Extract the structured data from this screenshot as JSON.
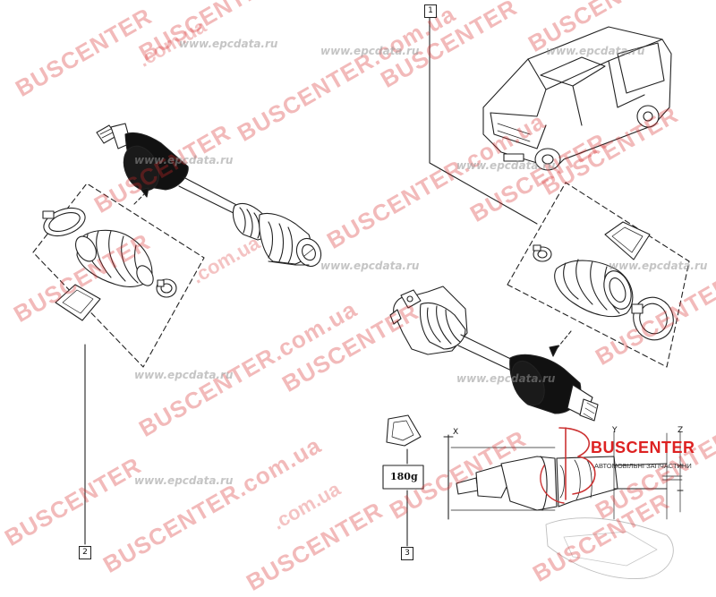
{
  "callouts": {
    "c1": "1",
    "c2": "2",
    "c3": "3"
  },
  "grease_qty": "180g",
  "dims": {
    "x": "X",
    "y": "Y",
    "z": "Z"
  },
  "logo": {
    "title": "BUSCENTER",
    "subtitle": "АВТОМОБІЛЬНІ ЗАПЧАСТИНИ"
  },
  "watermarks": {
    "brand": "BUSCENTER",
    "brand_domain": "BUSCENTER.com.ua",
    "domain": ".com.ua",
    "site": "www.epcdata.ru"
  },
  "colors": {
    "watermark": "#d72828",
    "logo_accent": "#d22222",
    "line": "#222222"
  }
}
